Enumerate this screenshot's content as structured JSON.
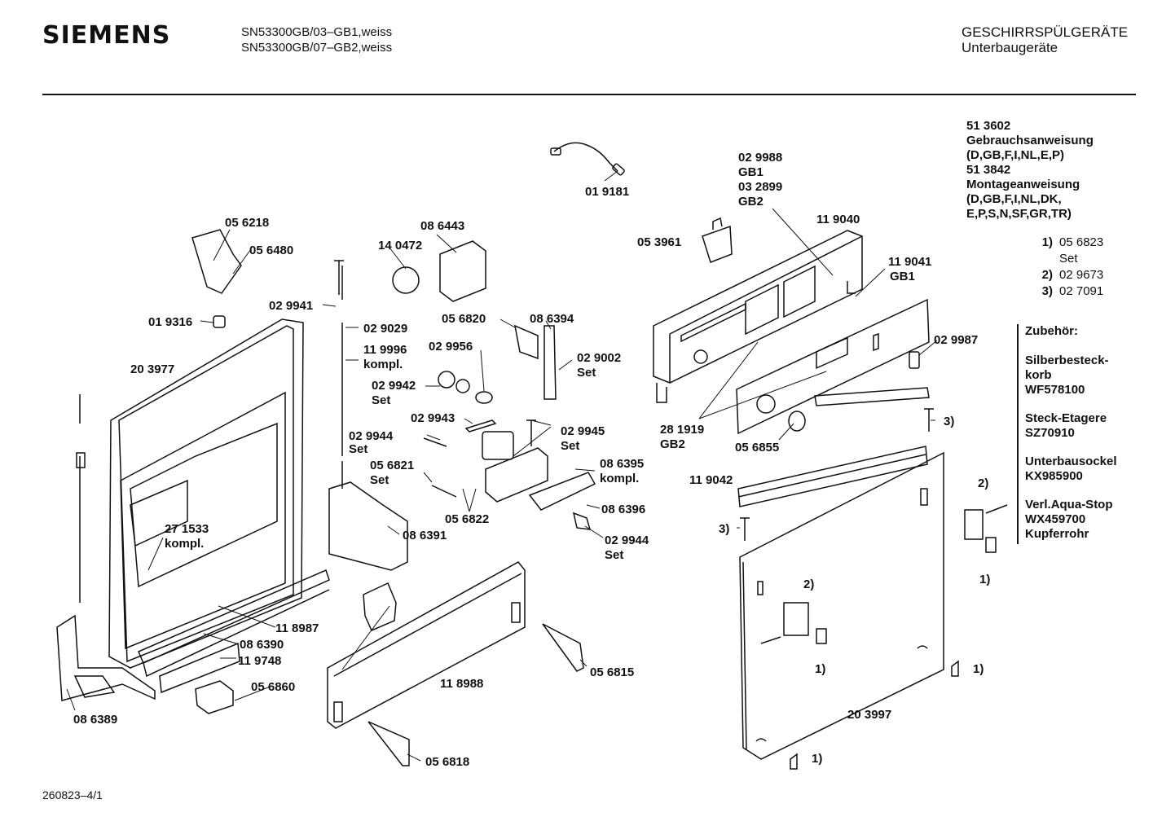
{
  "header": {
    "brand": "SIEMENS",
    "models": [
      "SN53300GB/03–GB1,weiss",
      "SN53300GB/07–GB2,weiss"
    ],
    "category": "GESCHIRRSPÜLGERÄTE",
    "subcategory": "Unterbaugeräte"
  },
  "documents": [
    "51 3602",
    "Gebrauchsanweisung",
    "(D,GB,F,I,NL,E,P)",
    "51 3842",
    "Montageanweisung",
    "(D,GB,F,I,NL,DK,",
    "E,P,S,N,SF,GR,TR)"
  ],
  "notes": [
    {
      "num": "1)",
      "part": "05 6823",
      "extra": "Set"
    },
    {
      "num": "2)",
      "part": "02 9673",
      "extra": ""
    },
    {
      "num": "3)",
      "part": "02 7091",
      "extra": ""
    }
  ],
  "accessories": {
    "title": "Zubehör:",
    "items": [
      [
        "Silberbesteck-",
        "korb",
        "WF578100"
      ],
      [
        "Steck-Etagere",
        "SZ70910"
      ],
      [
        "Unterbausockel",
        "KX985900"
      ],
      [
        "Verl.Aqua-Stop",
        "WX459700",
        "Kupferrohr"
      ]
    ]
  },
  "part_labels": [
    "01 9181",
    "02 9988",
    "GB1",
    "03 2899",
    "GB2",
    "11 9040",
    "05 3961",
    "11 9041",
    "GB1",
    "02 9987",
    "05 6218",
    "05 6480",
    "08 6443",
    "14 0472",
    "02 9941",
    "01 9316",
    "02 9029",
    "11 9996",
    "kompl.",
    "05 6820",
    "08 6394",
    "02 9956",
    "02 9002",
    "Set",
    "20 3977",
    "02 9942",
    "Set",
    "02 9943",
    "02 9945",
    "Set",
    "02 9944",
    "Set",
    "05 6821",
    "Set",
    "08 6395",
    "kompl.",
    "05 6822",
    "08 6396",
    "02 9944",
    "Set",
    "08 6391",
    "27 1533",
    "kompl.",
    "11 8987",
    "08 6390",
    "11 9748",
    "05 6860",
    "08 6389",
    "11 8988",
    "05 6815",
    "05 6818",
    "28 1919",
    "GB2",
    "05 6855",
    "11 9042",
    "3)",
    "3)",
    "2)",
    "1)",
    "2)",
    "1)",
    "1)",
    "20 3997",
    "1)"
  ],
  "footer": {
    "code": "260823–4/1"
  }
}
